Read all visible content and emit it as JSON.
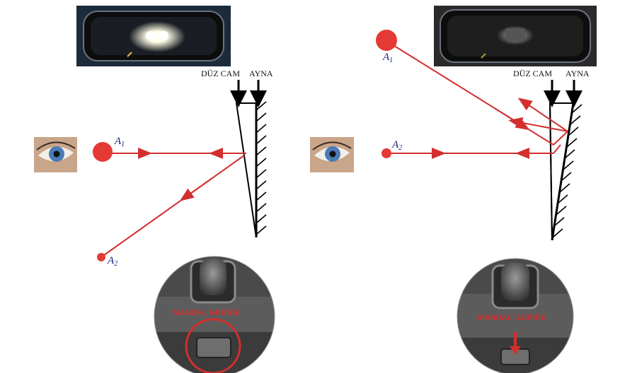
{
  "labels": {
    "duz_cam": "DÜZ CAM",
    "ayna": "AYNA"
  },
  "left": {
    "point_a1": {
      "letter": "A",
      "sub": "1"
    },
    "point_a2": {
      "letter": "A",
      "sub": "2"
    },
    "lever_text": "MANDAL GERİDE"
  },
  "right": {
    "point_a1": {
      "letter": "A",
      "sub": "1"
    },
    "point_a2": {
      "letter": "A",
      "sub": "2"
    },
    "lever_text": "MANDAL İLERİDE"
  },
  "colors": {
    "ray": "#d32f2f",
    "point_label": "#1a237e",
    "lever_text": "#d32f2f",
    "mirror_photo_bg": "#1c2a3a",
    "knob_photo_bg": "#5c5c5c"
  },
  "icons": [
    "eye-icon",
    "rearview-mirror-photo",
    "mirror-lever-photo",
    "arrow-down-icon"
  ]
}
